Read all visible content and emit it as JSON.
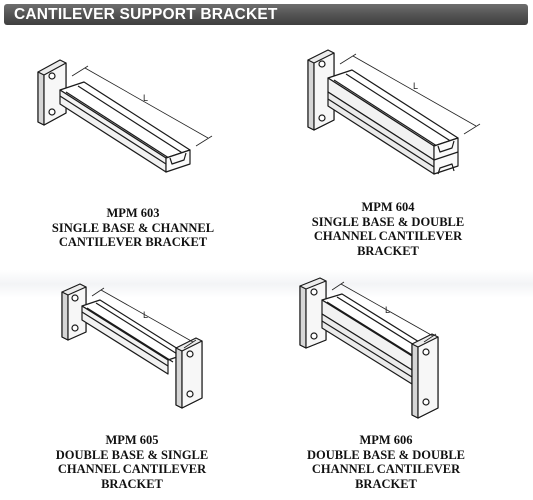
{
  "header": {
    "title": "CANTILEVER SUPPORT BRACKET"
  },
  "dimension_label": "L",
  "brackets": [
    {
      "model": "MPM 603",
      "line1": "SINGLE BASE & CHANNEL",
      "line2": "CANTILEVER BRACKET",
      "line3": ""
    },
    {
      "model": "MPM 604",
      "line1": "SINGLE BASE & DOUBLE",
      "line2": "CHANNEL CANTILEVER",
      "line3": "BRACKET"
    },
    {
      "model": "MPM 605",
      "line1": "DOUBLE BASE & SINGLE",
      "line2": "CHANNEL CANTILEVER",
      "line3": "BRACKET"
    },
    {
      "model": "MPM 606",
      "line1": "DOUBLE BASE & DOUBLE",
      "line2": "CHANNEL CANTILEVER",
      "line3": "BRACKET"
    }
  ]
}
